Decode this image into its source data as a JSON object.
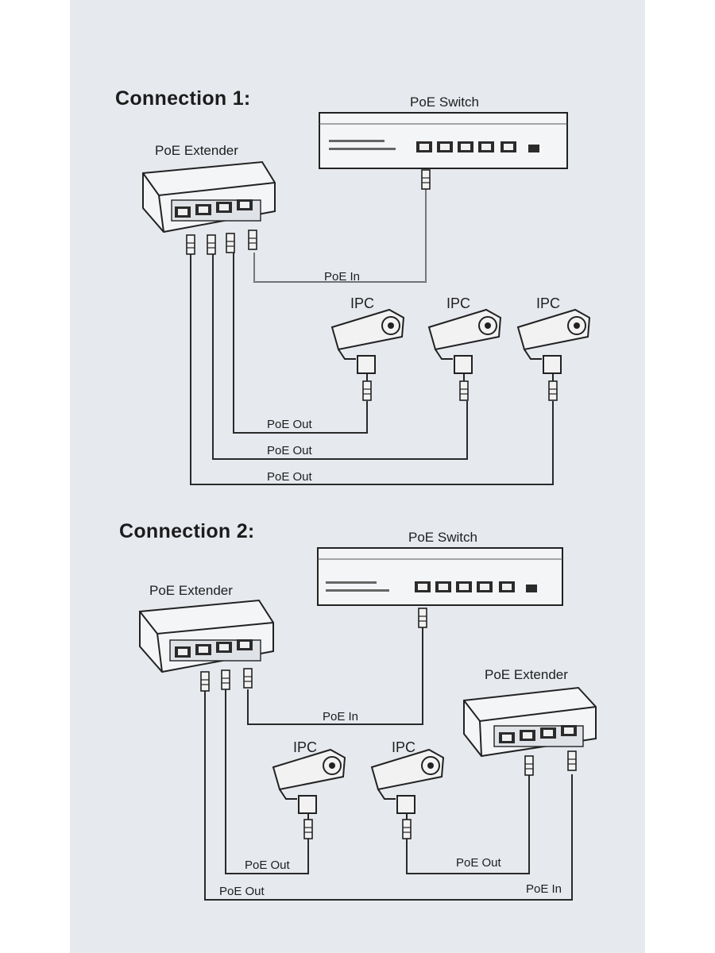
{
  "connection1": {
    "heading": "Connection 1:",
    "switch_label": "PoE Switch",
    "extender_label": "PoE Extender",
    "poe_in_label": "PoE In",
    "camera_labels": [
      "IPC",
      "IPC",
      "IPC"
    ],
    "poe_out_labels": [
      "PoE Out",
      "PoE Out",
      "PoE Out"
    ]
  },
  "connection2": {
    "heading": "Connection 2:",
    "switch_label": "PoE Switch",
    "extender_label": "PoE Extender",
    "extender2_label": "PoE Extender",
    "poe_in_label": "PoE In",
    "poe_in2_label": "PoE In",
    "camera_labels": [
      "IPC",
      "IPC"
    ],
    "poe_out_labels": [
      "PoE Out",
      "PoE Out",
      "PoE Out"
    ]
  },
  "colors": {
    "panel": "#e6e9ee",
    "line": "#2a2a2a",
    "device_fill": "#f4f5f7"
  }
}
